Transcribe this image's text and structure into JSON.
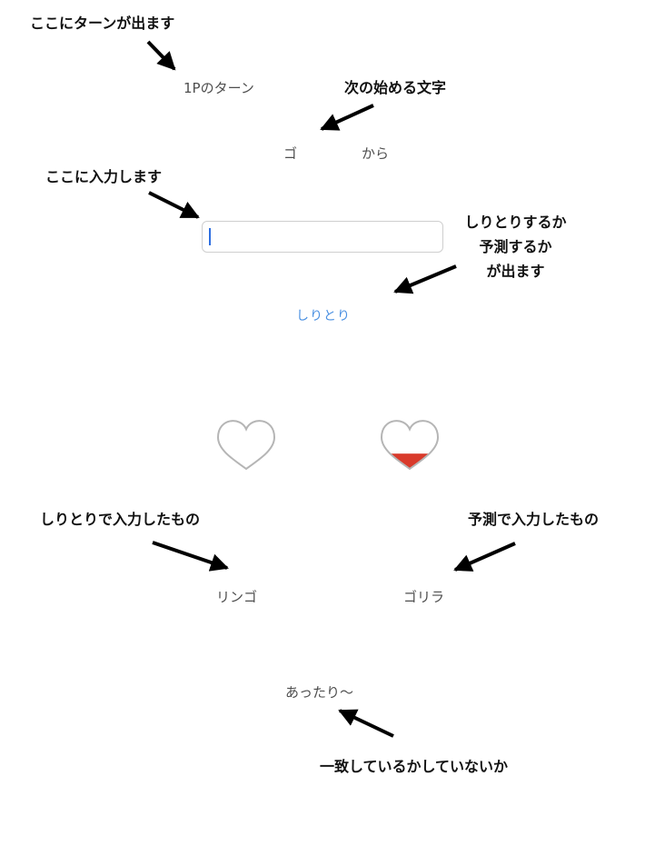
{
  "turn": {
    "label": "1Pのターン"
  },
  "next_char": {
    "char": "ゴ",
    "suffix": "から"
  },
  "input": {
    "value": "",
    "placeholder": ""
  },
  "mode": {
    "label": "しりとり"
  },
  "hearts": [
    {
      "name": "heart-1p",
      "fill_level": 0.0,
      "fill_color": "#d93a2b"
    },
    {
      "name": "heart-2p",
      "fill_level": 0.3,
      "fill_color": "#d93a2b"
    }
  ],
  "words": {
    "shiritori": "リンゴ",
    "prediction": "ゴリラ"
  },
  "result": {
    "text": "あったり〜"
  },
  "annotations": {
    "turn": "ここにターンが出ます",
    "next_char": "次の始める文字",
    "input": "ここに入力します",
    "mode_lines": [
      "しりとりするか",
      "予測するか",
      "が出ます"
    ],
    "shiritori_word": "しりとりで入力したもの",
    "prediction_word": "予測で入力したもの",
    "result": "一致しているかしていないか"
  }
}
